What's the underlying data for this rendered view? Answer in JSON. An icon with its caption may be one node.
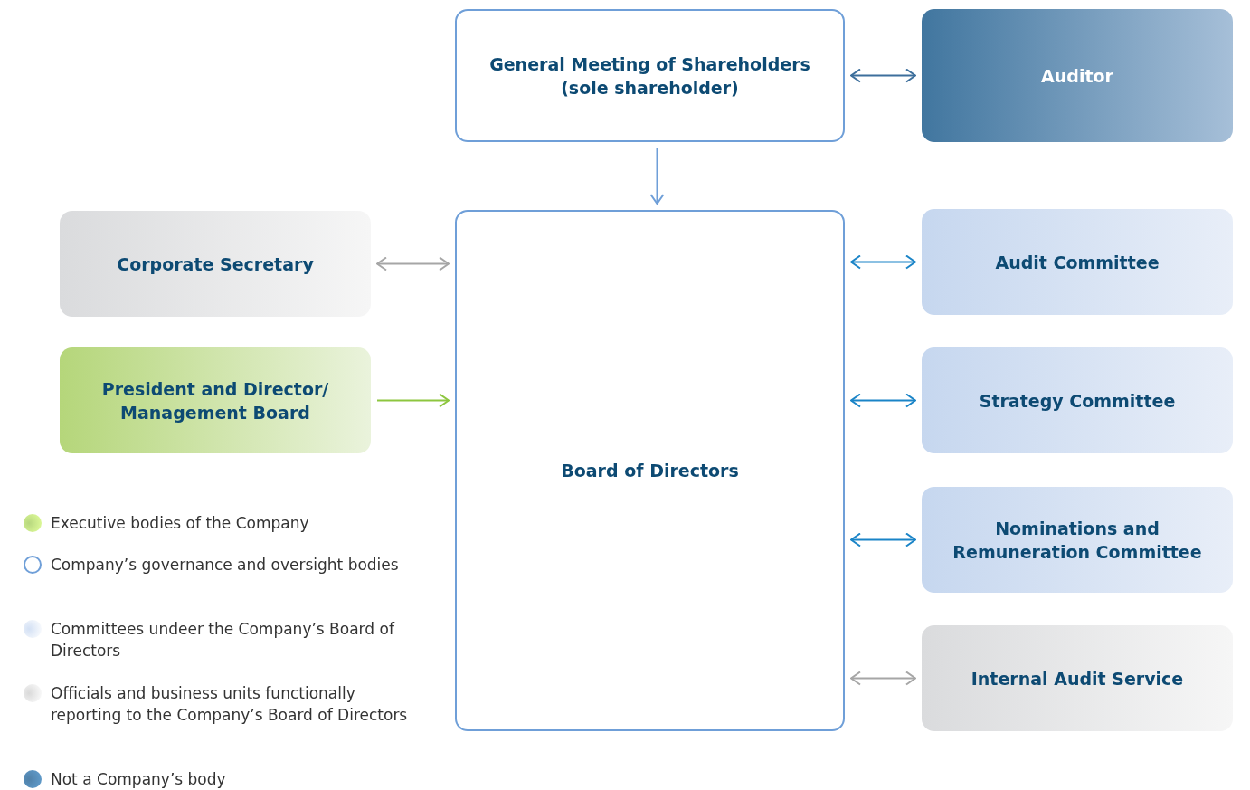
{
  "diagram": {
    "nodes": [
      {
        "text": [
          "General Meeting of Shareholders (sole shareholder)"
        ]
      },
      {
        "text": [
          "Auditor"
        ]
      },
      {
        "text": [
          "Corporate Secretary"
        ]
      },
      {
        "text": [
          "President and Director/ Management Board"
        ]
      },
      {
        "text": [
          "Board of Directors"
        ]
      },
      {
        "text": [
          "Audit Committee"
        ]
      },
      {
        "text": [
          "Strategy Committee"
        ]
      },
      {
        "text": [
          "Nominations and Remuneration Committee"
        ]
      },
      {
        "text": [
          "Internal Audit Service"
        ]
      }
    ],
    "edges": [
      {
        "from": 0,
        "to": 1,
        "arrow": "both",
        "color": "#3d6f9c"
      },
      {
        "from": 0,
        "to": 4,
        "arrow": "to",
        "color": "#6f9fd8"
      },
      {
        "from": 2,
        "to": 4,
        "arrow": "both",
        "color": "#a6a6a6"
      },
      {
        "from": 3,
        "to": 4,
        "arrow": "to",
        "color": "#8dc63f"
      },
      {
        "from": 4,
        "to": 5,
        "arrow": "both"
      },
      {
        "from": 4,
        "to": 6,
        "arrow": "both"
      },
      {
        "from": 4,
        "to": 7,
        "arrow": "both"
      },
      {
        "from": 4,
        "to": 8,
        "arrow": "both",
        "color": "#a6a6a6"
      }
    ],
    "legend": [
      {
        "text": "Executive bodies of the Company",
        "color": "#b7d77e"
      },
      {
        "text": "Company’s governance and oversight bodies"
      },
      {
        "text": "Committees undeer the Company’s Board of Directors",
        "color": "#d3e0f4"
      },
      {
        "text": "Officials and business units functionally reporting to the Company’s Board of Directors",
        "color": "#d9d9d9"
      },
      {
        "text": "Not a Company’s body",
        "color": "#4f80a8"
      }
    ]
  }
}
